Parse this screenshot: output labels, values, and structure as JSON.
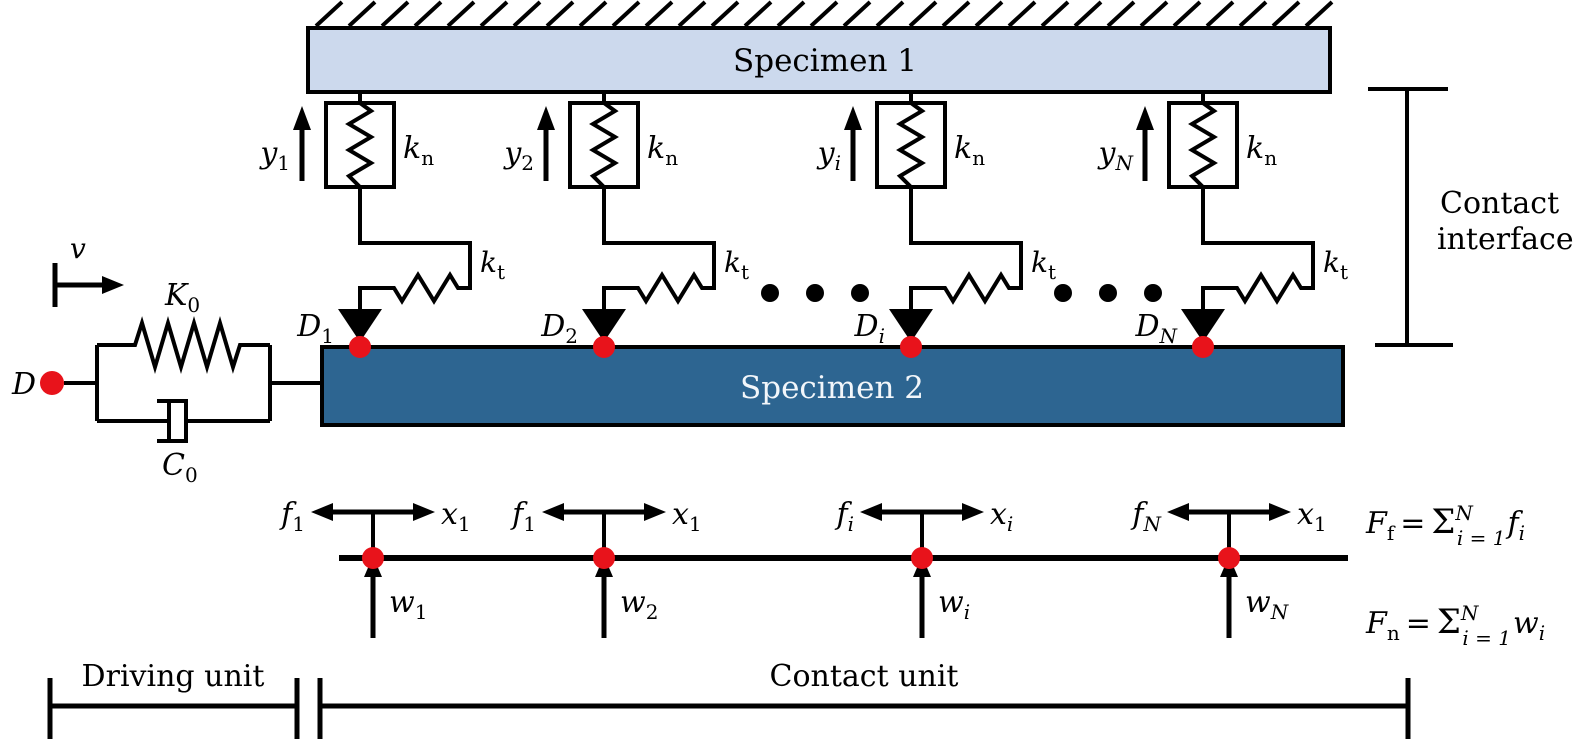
{
  "specimen1": {
    "label": "Specimen 1"
  },
  "specimen2": {
    "label": "Specimen 2"
  },
  "contact_interface": {
    "line1": "Contact",
    "line2": "interface"
  },
  "driving": {
    "D_label": "D",
    "v_label": "v",
    "K": {
      "main": "K",
      "sub": "0"
    },
    "C": {
      "main": "C",
      "sub": "0"
    }
  },
  "contact_units": [
    {
      "y": {
        "main": "y",
        "sub": "1"
      },
      "kn": {
        "main": "k",
        "sub": "n"
      },
      "kt": {
        "main": "k",
        "sub": "t"
      },
      "D": {
        "main": "D",
        "sub": "1"
      }
    },
    {
      "y": {
        "main": "y",
        "sub": "2"
      },
      "kn": {
        "main": "k",
        "sub": "n"
      },
      "kt": {
        "main": "k",
        "sub": "t"
      },
      "D": {
        "main": "D",
        "sub": "2"
      }
    },
    {
      "y": {
        "main": "y",
        "sub": "i"
      },
      "kn": {
        "main": "k",
        "sub": "n"
      },
      "kt": {
        "main": "k",
        "sub": "t"
      },
      "D": {
        "main": "D",
        "sub": "i"
      }
    },
    {
      "y": {
        "main": "y",
        "sub": "N"
      },
      "kn": {
        "main": "k",
        "sub": "n"
      },
      "kt": {
        "main": "k",
        "sub": "t"
      },
      "D": {
        "main": "D",
        "sub": "N"
      }
    }
  ],
  "nodes": [
    {
      "f": {
        "main": "f",
        "sub": "1"
      },
      "x": {
        "main": "x",
        "sub": "1"
      },
      "w": {
        "main": "w",
        "sub": "1"
      }
    },
    {
      "f": {
        "main": "f",
        "sub": "1"
      },
      "x": {
        "main": "x",
        "sub": "1"
      },
      "w": {
        "main": "w",
        "sub": "2"
      }
    },
    {
      "f": {
        "main": "f",
        "sub": "i"
      },
      "x": {
        "main": "x",
        "sub": "i"
      },
      "w": {
        "main": "w",
        "sub": "i"
      }
    },
    {
      "f": {
        "main": "f",
        "sub": "N"
      },
      "x": {
        "main": "x",
        "sub": "1"
      },
      "w": {
        "main": "w",
        "sub": "N"
      }
    }
  ],
  "equations": {
    "ff": {
      "lhs": "F",
      "lhs_sub": "f",
      "eq": "=",
      "sigma": "Σ",
      "sup": "N",
      "lim": "i = 1",
      "rhs": "f",
      "rhs_sub": "i"
    },
    "fn": {
      "lhs": "F",
      "lhs_sub": "n",
      "eq": "=",
      "sigma": "Σ",
      "sup": "N",
      "lim": "i = 1",
      "rhs": "w",
      "rhs_sub": "i"
    }
  },
  "brackets": {
    "driving": "Driving unit",
    "contact": "Contact unit"
  },
  "colors": {
    "specimen1_fill": "#ccd9ed",
    "specimen2_fill": "#2d6591",
    "dot_red": "#e8131b",
    "line": "#000000"
  }
}
